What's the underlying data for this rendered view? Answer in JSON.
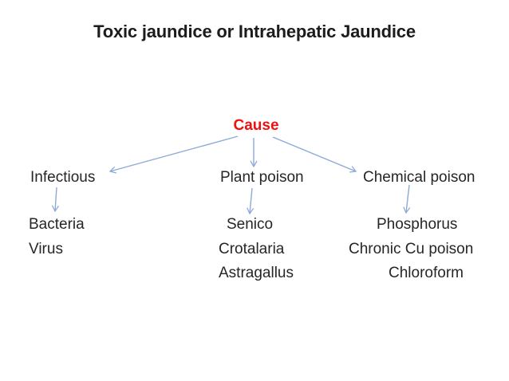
{
  "title": "Toxic jaundice or Intrahepatic Jaundice",
  "diagram": {
    "root_label": "Cause",
    "branches": [
      {
        "label": "Infectious",
        "children": [
          "Bacteria",
          "Virus"
        ]
      },
      {
        "label": "Plant poison",
        "children": [
          "Senico",
          "Crotalaria",
          "Astragallus"
        ]
      },
      {
        "label": "Chemical poison",
        "children": [
          "Phosphorus",
          "Chronic Cu poison",
          "Chloroform"
        ]
      }
    ]
  },
  "colors": {
    "background": "#ffffff",
    "title_text": "#1c1c1c",
    "body_text": "#262626",
    "root_text": "#ee1111",
    "arrow": "#8ea9d8"
  }
}
